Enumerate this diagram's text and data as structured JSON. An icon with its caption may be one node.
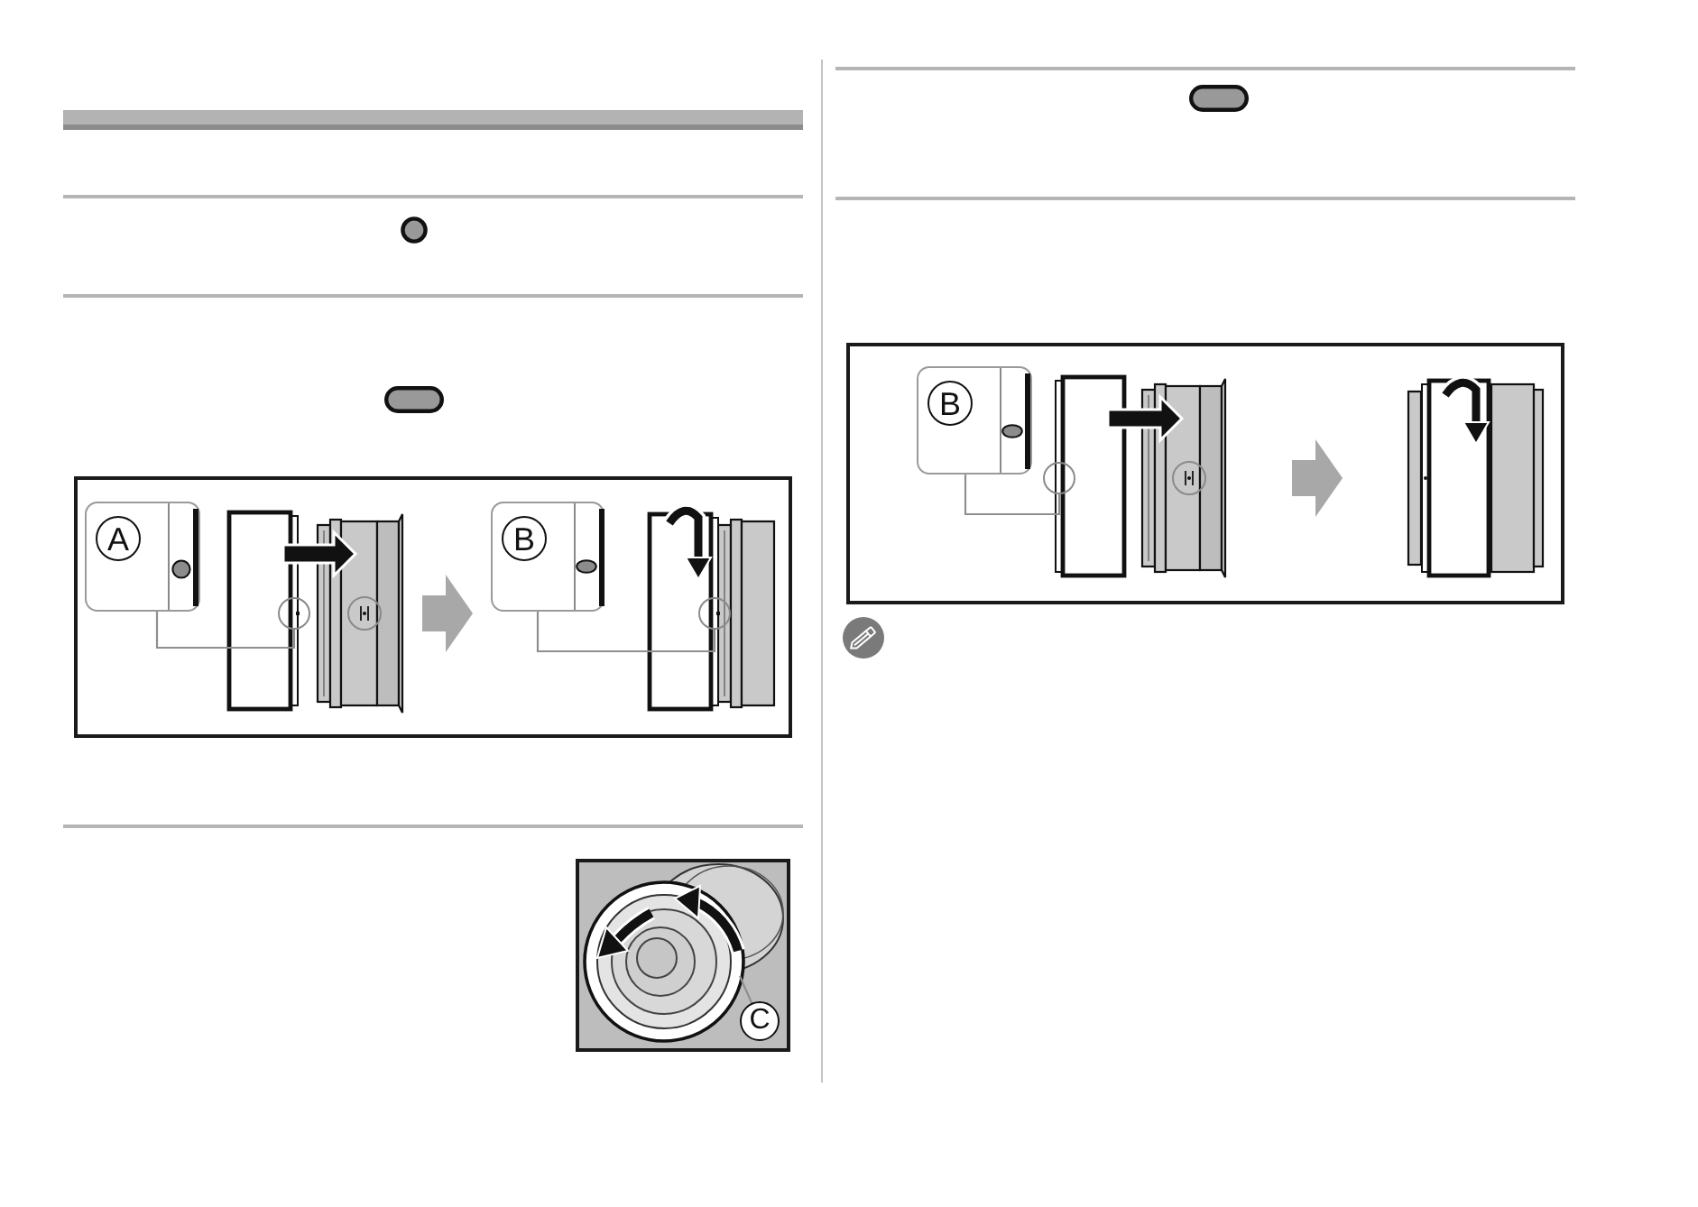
{
  "diagram": {
    "nodes": [
      {
        "text": [
          "A"
        ]
      },
      {
        "text": [],
        "shape": "picture"
      },
      {
        "text": [],
        "shape": "circle",
        "in": 1
      },
      {
        "text": [
          "B"
        ]
      },
      {
        "text": [],
        "shape": "picture"
      },
      {
        "text": [],
        "shape": "circle",
        "in": 4
      },
      {
        "text": [],
        "shape": "picture"
      },
      {
        "text": [
          "C"
        ],
        "in": 6
      },
      {
        "text": [
          "B"
        ]
      },
      {
        "text": [],
        "shape": "picture"
      },
      {
        "text": [],
        "shape": "circle"
      },
      {
        "text": [],
        "shape": "picture"
      }
    ],
    "edges": [
      {
        "from": 0,
        "to": 2,
        "arrow": "none"
      },
      {
        "from": 1,
        "to": 3,
        "arrow": "to",
        "style": "thick"
      },
      {
        "from": 3,
        "to": 5,
        "arrow": "none"
      },
      {
        "from": 7,
        "to": null,
        "arrow": "none"
      },
      {
        "from": 8,
        "to": 10,
        "arrow": "none"
      },
      {
        "from": 9,
        "to": 11,
        "arrow": "to",
        "style": "thick"
      }
    ]
  }
}
